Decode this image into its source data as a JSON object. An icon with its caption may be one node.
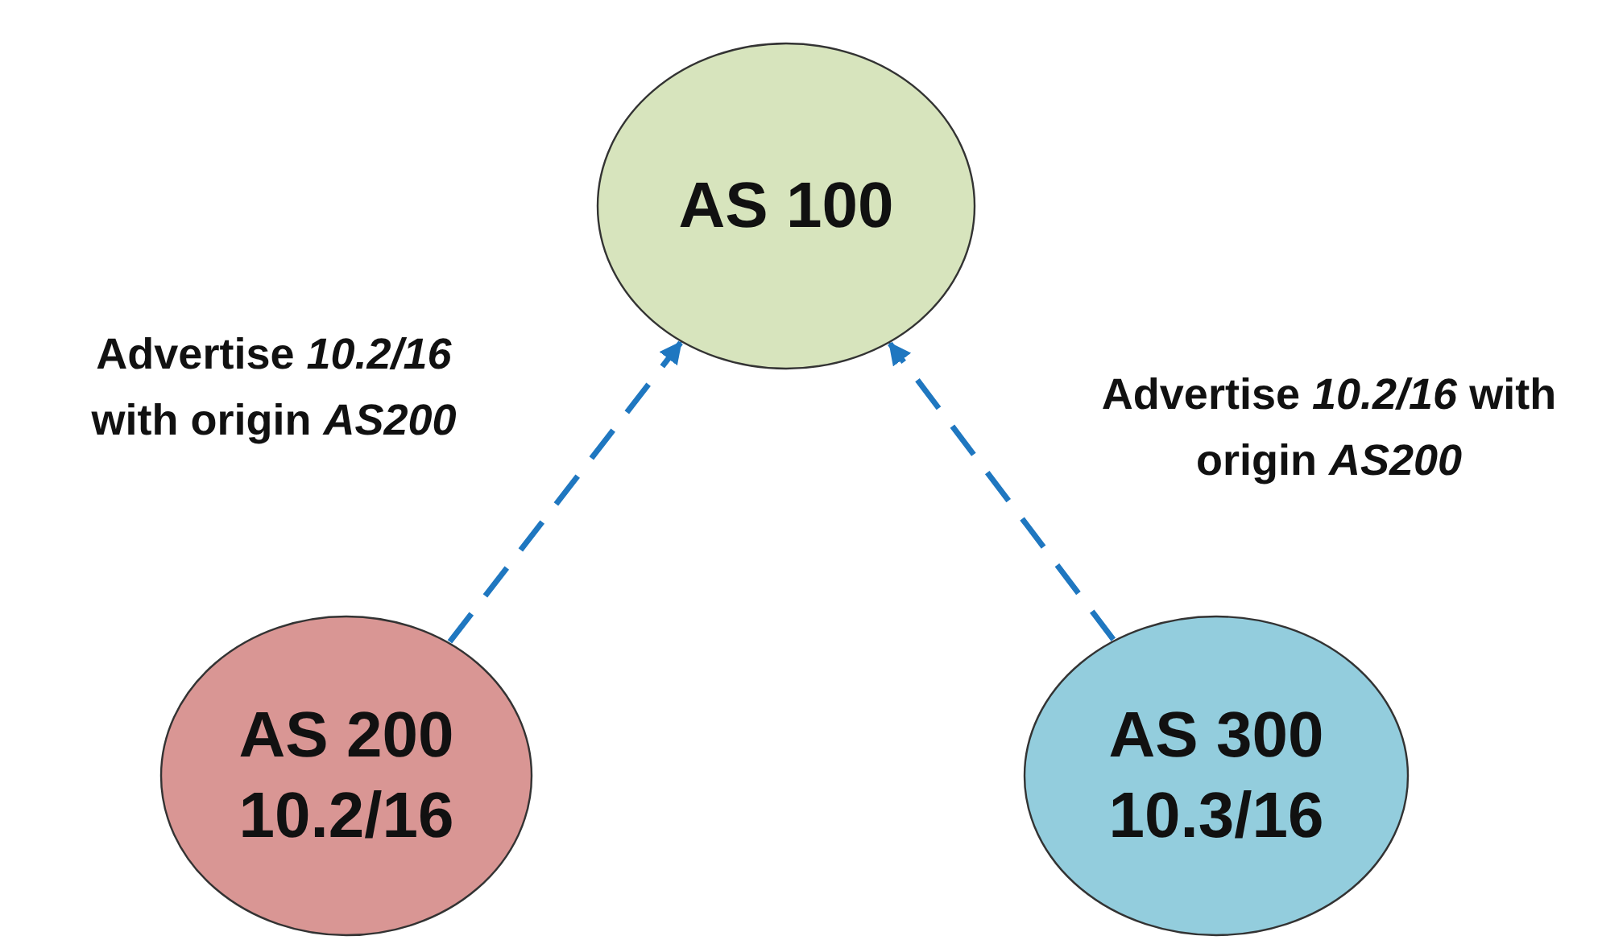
{
  "diagram": {
    "nodes": [
      {
        "text": [
          "AS 100"
        ]
      },
      {
        "text": [
          "AS 200",
          "10.2/16"
        ]
      },
      {
        "text": [
          "AS 300",
          "10.3/16"
        ]
      }
    ],
    "edges": [
      {
        "from": 1,
        "to": 0,
        "arrow": "to",
        "style": "dashed",
        "label": "Advertise *10.2/16* with origin *AS200*"
      },
      {
        "from": 2,
        "to": 0,
        "arrow": "to",
        "style": "dashed",
        "label": "Advertise *10.2/16* with origin *AS200*"
      }
    ]
  }
}
